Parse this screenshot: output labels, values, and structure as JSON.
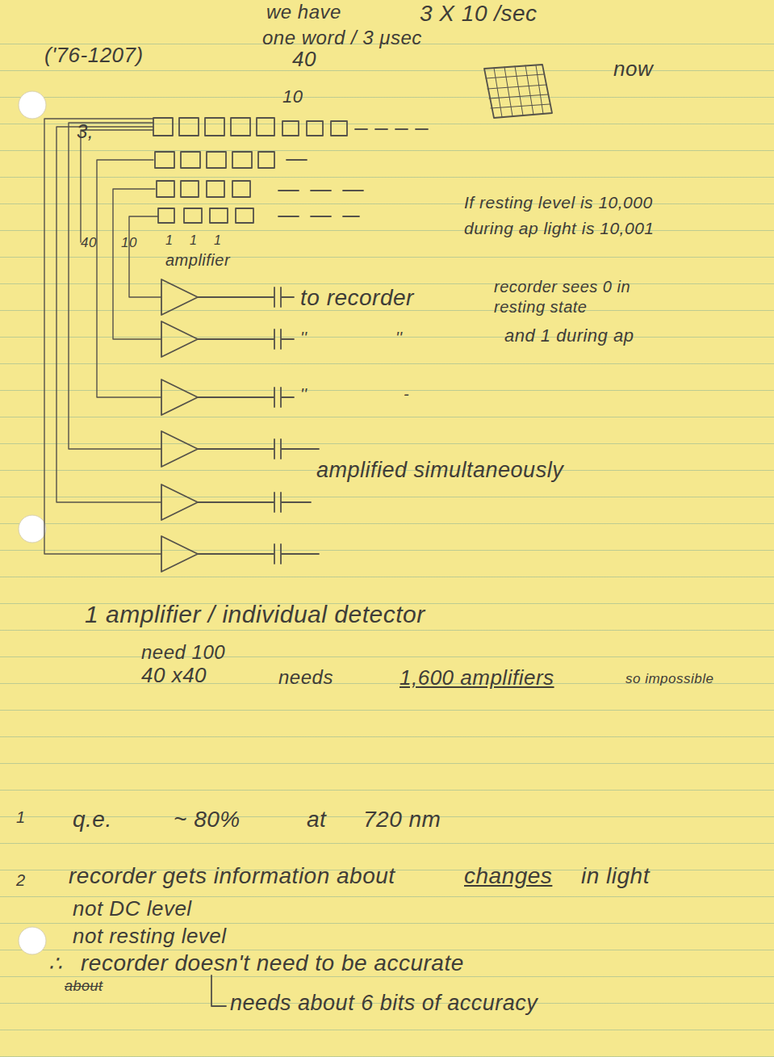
{
  "diagram": {
    "labels": [
      "we have",
      "3 X 10 /sec",
      "one word / 3 μsec",
      "('76-1207)",
      "40",
      "now",
      "10",
      "3,",
      "If resting level is 10,000",
      "during ap light is 10,001",
      "40",
      "10",
      "1",
      "1",
      "1",
      "amplifier",
      "to recorder",
      "recorder sees 0 in",
      "resting state",
      "and 1 during ap",
      "''",
      "''",
      "''",
      "-",
      "amplified simultaneously",
      "1 amplifier / individual detector",
      "need 100",
      "40 x40",
      "needs",
      "1,600 amplifiers",
      "so impossible",
      "1",
      "q.e.",
      "~ 80%",
      "at",
      "720 nm",
      "2",
      "recorder gets information about",
      "changes",
      "in light",
      "not DC level",
      "not resting level",
      "∴",
      "recorder doesn't need to be accurate",
      "about",
      "needs about 6 bits of accuracy"
    ]
  }
}
